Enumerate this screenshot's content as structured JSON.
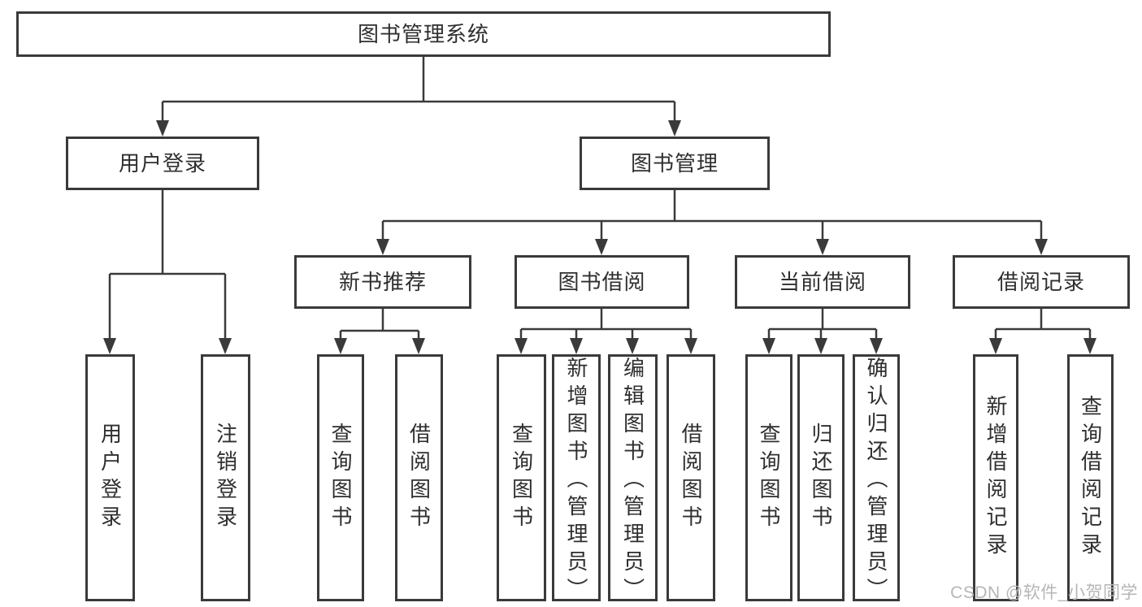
{
  "colors": {
    "line": "#3a3a3a",
    "text": "#2f2f2f",
    "watermark": "#b6b6b6",
    "bg": "#ffffff"
  },
  "diagram": {
    "root": {
      "label": "图书管理系统"
    },
    "user_login": {
      "label": "用户登录",
      "children": [
        "用户登录",
        "注销登录"
      ]
    },
    "book_mgmt": {
      "label": "图书管理",
      "groups": {
        "new_books": {
          "label": "新书推荐",
          "children": [
            "查询图书",
            "借阅图书"
          ]
        },
        "borrowing": {
          "label": "图书借阅",
          "children": [
            "查询图书",
            "新增图书（管理员）",
            "编辑图书（管理员）",
            "借阅图书"
          ]
        },
        "current": {
          "label": "当前借阅",
          "children": [
            "查询图书",
            "归还图书",
            "确认归还（管理员）"
          ]
        },
        "records": {
          "label": "借阅记录",
          "children": [
            "新增借阅记录",
            "查询借阅记录"
          ]
        }
      }
    },
    "watermark": "CSDN @软件_小贺同学"
  }
}
